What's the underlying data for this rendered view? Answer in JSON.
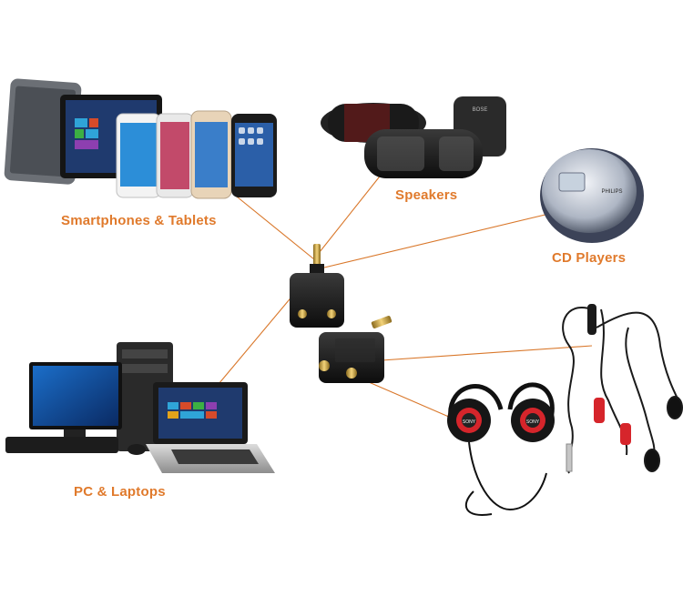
{
  "labels": {
    "smartphones_tablets": "Smartphones & Tablets",
    "speakers": "Speakers",
    "cd_players": "CD Players",
    "pc_laptops": "PC & Laptops"
  },
  "brands": {
    "cd_player": "PHILIPS",
    "speaker": "BOSE",
    "headphone": "SONY"
  },
  "colors": {
    "accent": "#e07a2c",
    "connector_line": "#d9772a",
    "gold": "#d9a93a",
    "red": "#d6252b"
  }
}
